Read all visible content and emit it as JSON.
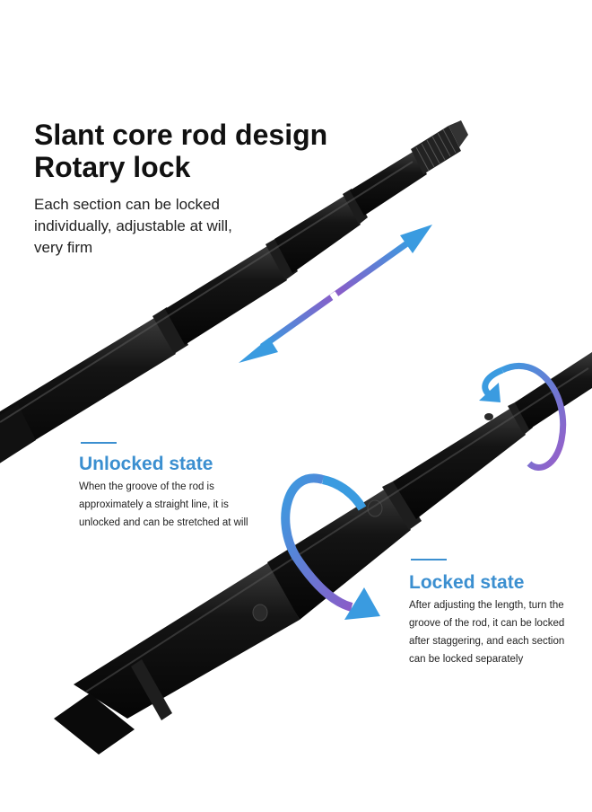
{
  "headline": {
    "line1": "Slant core rod design",
    "line2": "Rotary lock"
  },
  "description": "Each section can be locked individually, adjustable at will, very firm",
  "unlocked": {
    "title": "Unlocked state",
    "body": "When the groove of the rod is approximately a straight line, it is unlocked and can be stretched at will"
  },
  "locked": {
    "title": "Locked state",
    "body": "After adjusting the length, turn the groove of the rod, it can be locked after staggering, and each section can be locked separately"
  },
  "colors": {
    "accent": "#3b8fd0",
    "arrow_start": "#3a9be0",
    "arrow_end": "#8a5cc8",
    "rod": "#0c0c0c"
  },
  "icons": [
    "double-arrow-icon",
    "rotation-arrow-icon"
  ]
}
